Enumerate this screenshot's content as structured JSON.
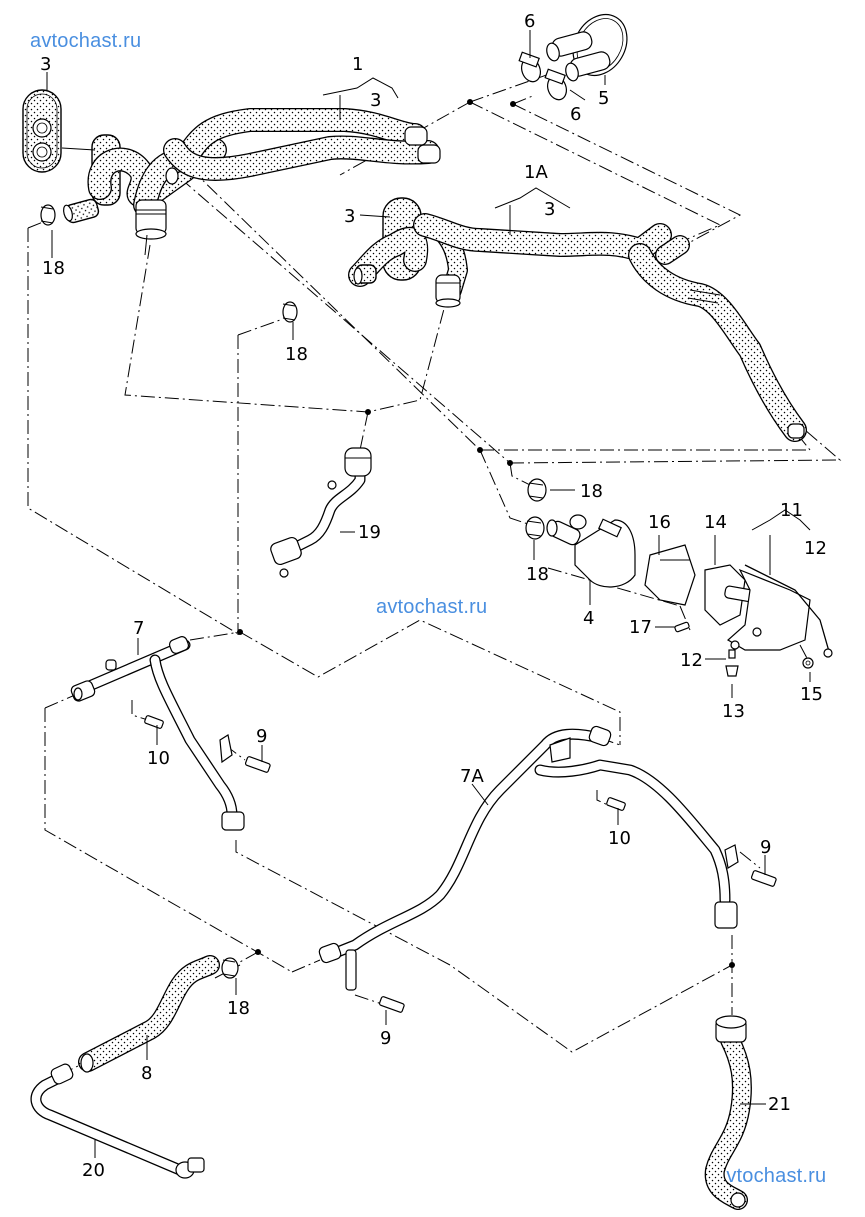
{
  "diagram": {
    "title": "Heater hoses / coolant pipes exploded parts diagram",
    "watermarks": [
      "avtochast.ru",
      "avtochast.ru",
      "avtochast.ru"
    ],
    "callouts": {
      "p1": "1",
      "p1_sub3": "3",
      "p1A": "1A",
      "p1A_sub3": "3",
      "p3_top": "3",
      "p3_mid": "3",
      "p4": "4",
      "p5": "5",
      "p6_top": "6",
      "p6_bottom": "6",
      "p7": "7",
      "p7A": "7A",
      "p8": "8",
      "p9_a": "9",
      "p9_b": "9",
      "p9_c": "9",
      "p10_a": "10",
      "p10_b": "10",
      "p11": "11",
      "p11_sub12": "12",
      "p12": "12",
      "p13": "13",
      "p14": "14",
      "p15": "15",
      "p16": "16",
      "p17": "17",
      "p18_a": "18",
      "p18_b": "18",
      "p18_c": "18",
      "p18_d": "18",
      "p18_e": "18",
      "p19": "19",
      "p20": "20",
      "p21": "21"
    },
    "colors": {
      "watermark": "#4a8fe0",
      "lines": "#000000",
      "background": "#ffffff"
    }
  }
}
